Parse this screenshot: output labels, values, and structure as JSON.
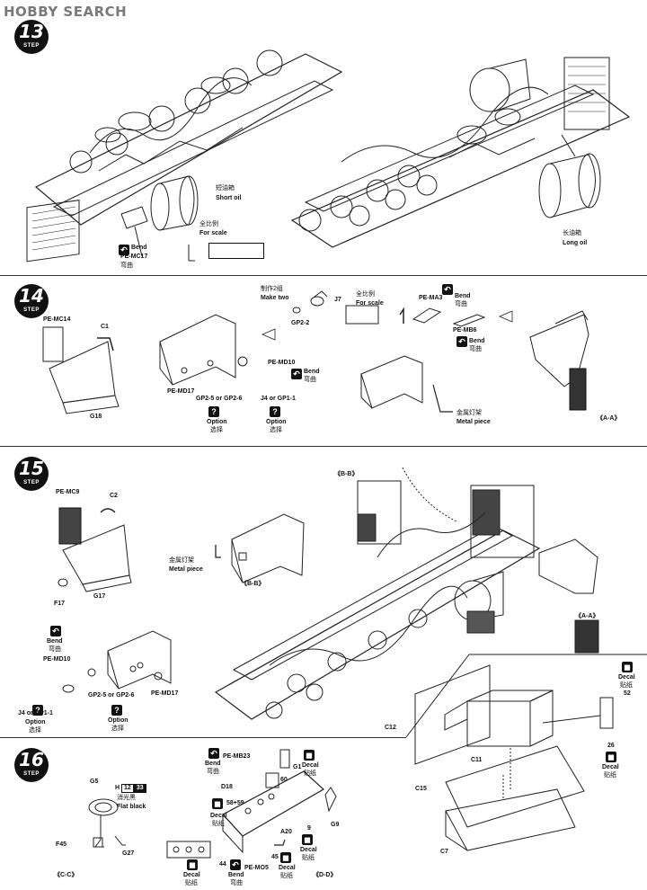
{
  "watermark": "HOBBY SEARCH",
  "steps": {
    "s13": {
      "number": "13",
      "word": "STEP"
    },
    "s14": {
      "number": "14",
      "word": "STEP"
    },
    "s15": {
      "number": "15",
      "word": "STEP"
    },
    "s16": {
      "number": "16",
      "word": "STEP"
    }
  },
  "common": {
    "bend_en": "Bend",
    "bend_cn": "弯曲",
    "option_en": "Option",
    "option_cn": "选择",
    "decal_en": "Decal",
    "decal_cn": "贴纸",
    "scale_cn": "全比例",
    "scale_en": "For scale",
    "metal_cn": "金属灯架",
    "metal_en": "Metal piece",
    "make_two_cn": "制作2组",
    "make_two_en": "Make two",
    "flat_black_cn": "消光黑",
    "flat_black_en": "Flat black",
    "view_aa": "《A-A》",
    "view_bb": "《B-B》",
    "view_cc": "《C-C》",
    "view_dd": "《D-D》"
  },
  "step13": {
    "short_oil_cn": "短油箱",
    "short_oil_en": "Short oil",
    "long_oil_cn": "长油箱",
    "long_oil_en": "Long oil",
    "pe": "PE-MC17"
  },
  "step14": {
    "pe_mc14": "PE-MC14",
    "c1": "C1",
    "g18": "G18",
    "pe_md17": "PE-MD17",
    "gp_pair": "GP2-5 or GP2-6",
    "pe_md10": "PE-MD10",
    "j4": "J4 or GP1-1",
    "gp2_2": "GP2-2",
    "j7": "J7",
    "pe_ma3": "PE-MA3",
    "pe_mb6": "PE-MB6"
  },
  "step15": {
    "pe_mc9": "PE-MC9",
    "c2": "C2",
    "f17": "F17",
    "g17": "G17",
    "pe_md10": "PE-MD10",
    "gp_pair": "GP2-5 or GP2-6",
    "pe_md17": "PE-MD17",
    "j4": "J4 or GP1-1",
    "c12": "C12",
    "c11": "C11",
    "c15": "C15",
    "c7": "C7",
    "n52": "52",
    "n26": "26"
  },
  "step16": {
    "g5": "G5",
    "f45": "F45",
    "g27": "G27",
    "paint_code": "H",
    "paint_n1": "12",
    "paint_n2": "33",
    "pe_mb23": "PE-MB23",
    "g1": "G1",
    "d18": "D18",
    "n60": "60",
    "n5859": "58+59",
    "n9": "9",
    "a20": "A20",
    "g9": "G9",
    "n45": "45",
    "n44": "44",
    "pe_mo5": "PE-MO5"
  }
}
